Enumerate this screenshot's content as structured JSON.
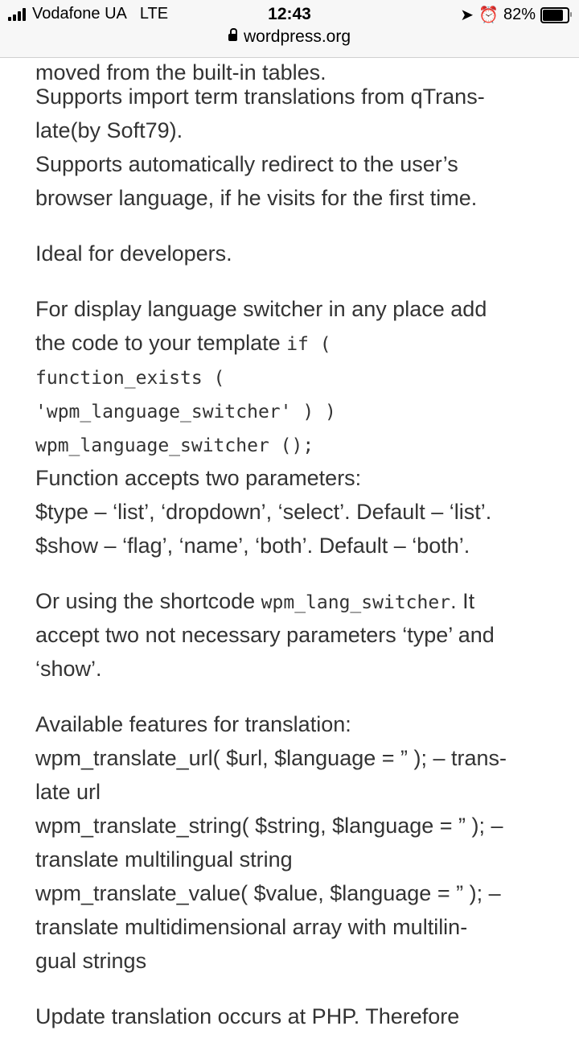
{
  "status_bar": {
    "carrier": "Vodafone UA",
    "network": "LTE",
    "time": "12:43",
    "battery": "82%",
    "battery_level": 0.82,
    "url": "wordpress.org"
  },
  "content": {
    "p1": [
      "moved from the built-in tables.",
      "Supports import term translations from qTrans-",
      "late(by Soft79).",
      "Supports automatically redirect to the user’s",
      "browser language, if he visits for the first time."
    ],
    "p2": "Ideal for developers.",
    "p3": {
      "l1": "For display language switcher in any place add",
      "l2_text": "the code to your template ",
      "l2_code": "if (",
      "l3": "function_exists (",
      "l4": "'wpm_language_switcher' ) )",
      "l5": "wpm_language_switcher ();",
      "l6": "Function accepts two parameters:",
      "l7": "$type – ‘list’, ‘dropdown’, ‘select’. Default – ‘list’.",
      "l8": "$show – ‘flag’, ‘name’, ‘both’. Default – ‘both’."
    },
    "p4": {
      "l1_text": "Or using the shortcode ",
      "l1_code": "wpm_lang_switcher",
      "l1_end": ". It",
      "l2": "accept two not necessary parameters ‘type’ and",
      "l3": "‘show’."
    },
    "p5": [
      "Available features for translation:",
      "wpm_translate_url( $url, $language = ” ); – trans-",
      "late url",
      "wpm_translate_string( $string, $language = ” ); –",
      "translate multilingual string",
      "wpm_translate_value( $value, $language = ” ); –",
      "translate multidimensional array with multilin-",
      "gual strings"
    ],
    "p6": "Update translation occurs at PHP. Therefore"
  }
}
